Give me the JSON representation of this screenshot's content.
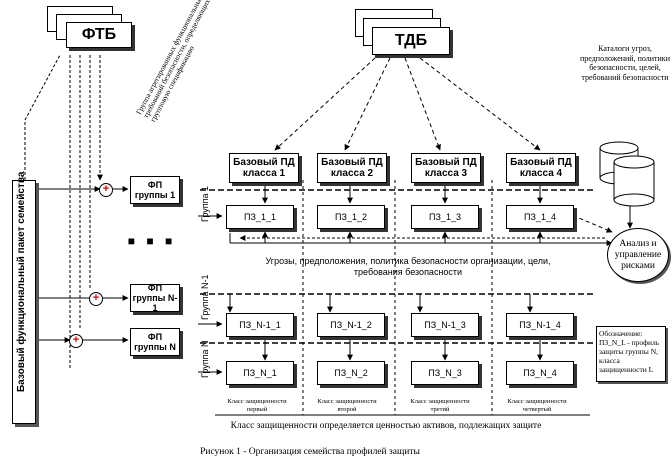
{
  "ftb": "ФТБ",
  "tdb": "ТДБ",
  "ftb_note": "Группа агрегированных функциональных требований безопасности, определяющих групповую спецификацию",
  "catalog_note": "Каталоги угроз, предположений, политики безопасности, целей, требований безопасности",
  "family_package": "Базовый функциональный пакет семейства",
  "fp_group1": "ФП группы 1",
  "fp_groupN1": "ФП группы N-1",
  "fp_groupN": "ФП группы N",
  "dots": "■ ■ ■",
  "group1_label": "Группа 1",
  "groupN1_label": "Группа N-1",
  "groupN_label": "Группа N",
  "base_pd": [
    "Базовый ПД класса 1",
    "Базовый ПД класса 2",
    "Базовый ПД класса 3",
    "Базовый ПД класса 4"
  ],
  "pz_group1": [
    "ПЗ_1_1",
    "ПЗ_1_2",
    "ПЗ_1_3",
    "ПЗ_1_4"
  ],
  "pz_groupN1": [
    "ПЗ_N-1_1",
    "ПЗ_N-1_2",
    "ПЗ_N-1_3",
    "ПЗ_N-1_4"
  ],
  "pz_groupN": [
    "ПЗ_N_1",
    "ПЗ_N_2",
    "ПЗ_N_3",
    "ПЗ_N_4"
  ],
  "threats_text": "Угрозы, предположения, политика безопасности организации, цели, требования безопасности",
  "risk_mgmt": "Анализ и управление рисками",
  "legend": "Обозначение: ПЗ_N_L - профиль защиты группы N, класса защищенности L",
  "class_labels": [
    "Класс защищенности первый",
    "Класс защищенности второй",
    "Класс защищенности третий",
    "Класс защищенности четвертый"
  ],
  "bottom_caption": "Класс защищенности определяется ценностью активов, подлежащих защите",
  "figure_caption": "Рисунок 1 - Организация семейства профилей защиты"
}
